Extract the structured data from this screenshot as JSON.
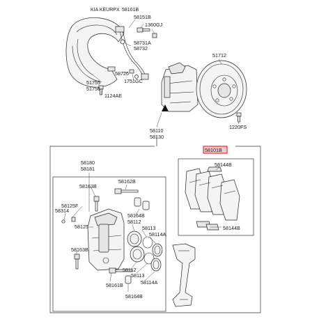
{
  "header": {
    "brand": "KIA KEURPX",
    "ref_code": "58101B"
  },
  "labels": {
    "p58151B": "58151B",
    "p1360GJ": "1360GJ",
    "p58731A": "58731A",
    "p58732": "58732",
    "p58726": "58726",
    "p1751GC": "1751GC",
    "p51755": "51755",
    "p51756": "51756",
    "p1124AE": "1124AE",
    "p51712": "51712",
    "p1220FS": "1220FS",
    "p58110": "58110",
    "p58130": "58130",
    "p58101B": "58101B",
    "p58144B_top": "58144B",
    "p58144B_bot": "58144B",
    "p58180": "58180",
    "p58181": "58181",
    "p58162B": "58162B",
    "p58163B_top": "58163B",
    "p58125F": "58125F",
    "p58314": "58314",
    "p58125": "58125",
    "p58164B_top": "58164B",
    "p58112_top": "58112",
    "p58113_top": "58113",
    "p58114A_top": "58114A",
    "p58163B_bot": "58163B",
    "p58112_bot": "58112",
    "p58113_bot": "58113",
    "p58114A_bot": "58114A",
    "p58161B": "58161B",
    "p58164B_bot": "58164B"
  },
  "colors": {
    "highlight_fill": "#f3c9c9",
    "highlight_stroke": "#d11111",
    "line": "#222222"
  }
}
